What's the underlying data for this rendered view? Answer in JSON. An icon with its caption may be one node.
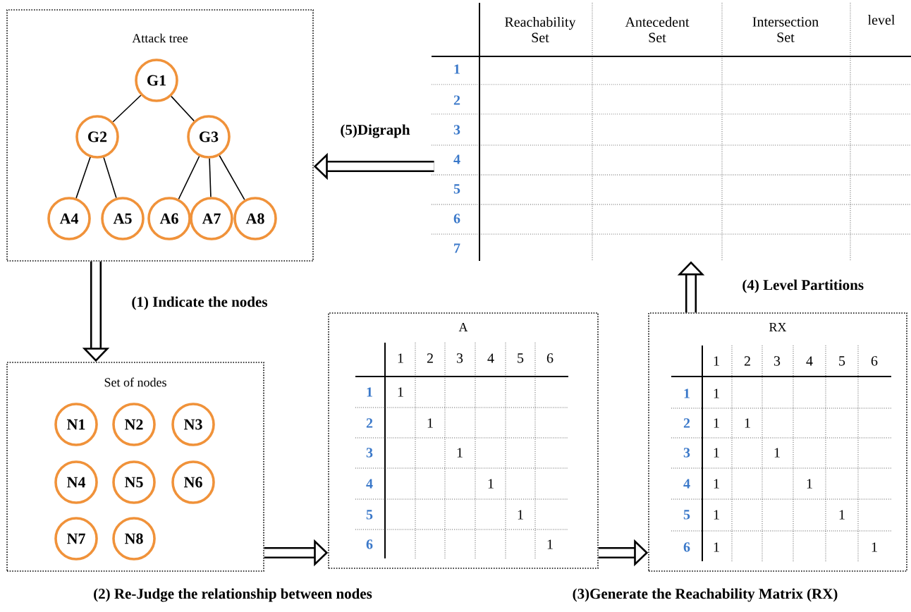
{
  "diagram": {
    "nodes": [
      {
        "text": [
          "Attack tree"
        ]
      },
      {
        "text": [
          "G1"
        ],
        "in": 0
      },
      {
        "text": [
          "G2"
        ],
        "in": 0
      },
      {
        "text": [
          "G3"
        ],
        "in": 0
      },
      {
        "text": [
          "A4"
        ],
        "in": 0
      },
      {
        "text": [
          "A5"
        ],
        "in": 0
      },
      {
        "text": [
          "A6"
        ],
        "in": 0
      },
      {
        "text": [
          "A7"
        ],
        "in": 0
      },
      {
        "text": [
          "A8"
        ],
        "in": 0
      },
      {
        "text": [
          "Set of nodes"
        ]
      },
      {
        "text": [
          "N1"
        ],
        "in": 9
      },
      {
        "text": [
          "N2"
        ],
        "in": 9
      },
      {
        "text": [
          "N3"
        ],
        "in": 9
      },
      {
        "text": [
          "N4"
        ],
        "in": 9
      },
      {
        "text": [
          "N5"
        ],
        "in": 9
      },
      {
        "text": [
          "N6"
        ],
        "in": 9
      },
      {
        "text": [
          "N7"
        ],
        "in": 9
      },
      {
        "text": [
          "N8"
        ],
        "in": 9
      },
      {
        "text": [
          "A"
        ]
      },
      {
        "text": [
          "RX"
        ]
      },
      {
        "text": [],
        "shape": "table"
      }
    ],
    "edges": [
      {
        "from": 1,
        "to": 2,
        "arrow": "none"
      },
      {
        "from": 1,
        "to": 3,
        "arrow": "none"
      },
      {
        "from": 2,
        "to": 4,
        "arrow": "none"
      },
      {
        "from": 2,
        "to": 5,
        "arrow": "none"
      },
      {
        "from": 3,
        "to": 6,
        "arrow": "none"
      },
      {
        "from": 3,
        "to": 7,
        "arrow": "none"
      },
      {
        "from": 3,
        "to": 8,
        "arrow": "none"
      },
      {
        "from": 0,
        "to": 9,
        "arrow": "to",
        "style": "thick",
        "label": "(1) Indicate the nodes"
      },
      {
        "from": 9,
        "to": 18,
        "arrow": "to",
        "style": "thick",
        "label": "(2) Re-Judge the relationship between nodes"
      },
      {
        "from": 18,
        "to": 19,
        "arrow": "to",
        "style": "thick",
        "label": "(3)Generate the Reachability Matrix (RX)"
      },
      {
        "from": 19,
        "to": 20,
        "arrow": "to",
        "style": "thick",
        "label": "(4) Level Partitions"
      },
      {
        "from": 20,
        "to": 0,
        "arrow": "to",
        "style": "thick",
        "label": "(5)Digraph"
      }
    ],
    "labels": [
      "Reachability Set",
      "Antecedent Set",
      "Intersection Set",
      "level",
      "1",
      "2",
      "3",
      "4",
      "5",
      "6",
      "7",
      "1",
      "2",
      "3",
      "4",
      "5",
      "6",
      "1",
      "1",
      "2",
      "1",
      "3",
      "1",
      "4",
      "1",
      "5",
      "1",
      "6",
      "1",
      "1",
      "2",
      "3",
      "4",
      "5",
      "6",
      "1",
      "1",
      "2",
      "1",
      "1",
      "3",
      "1",
      "1",
      "4",
      "1",
      "1",
      "5",
      "1",
      "1",
      "6",
      "1",
      "1"
    ]
  }
}
